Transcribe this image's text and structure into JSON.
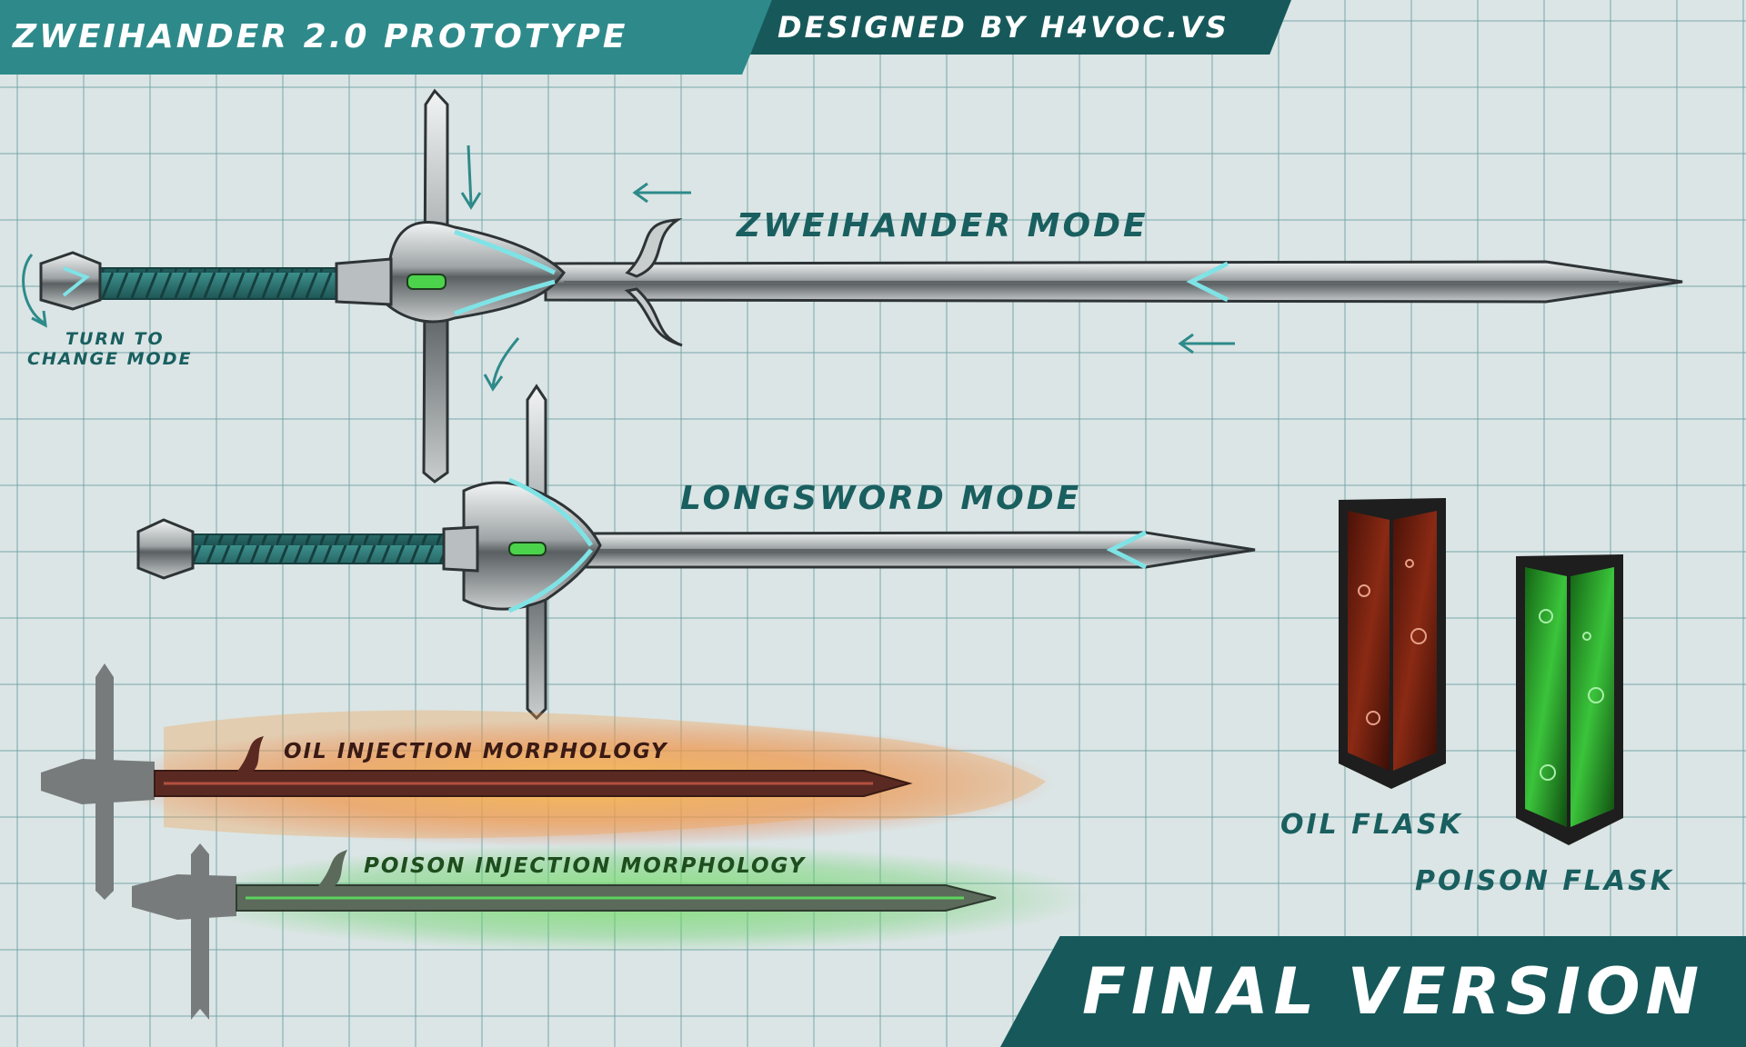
{
  "header": {
    "title": "ZWEIHANDER 2.0 PROTOTYPE",
    "credit": "DESIGNED BY H4VOC.VS"
  },
  "labels": {
    "zweihander_mode": "ZWEIHANDER MODE",
    "turn_to": "TURN TO",
    "change_mode": "CHANGE MODE",
    "longsword_mode": "LONGSWORD MODE",
    "oil_morphology": "OIL INJECTION MORPHOLOGY",
    "poison_morphology": "POISON INJECTION MORPHOLOGY",
    "oil_flask": "OIL FLASK",
    "poison_flask": "POISON FLASK"
  },
  "footer": {
    "banner": "FINAL VERSION"
  },
  "colors": {
    "grid_background": "#dbe5e5",
    "teal_light": "#2e8a8a",
    "teal_dark": "#17595a",
    "label_text": "#1a5f60",
    "accent_cyan": "#7fe3e6",
    "gem_green": "#4cd34c",
    "oil_red": "#7a2413",
    "poison_green": "#2db52d"
  }
}
